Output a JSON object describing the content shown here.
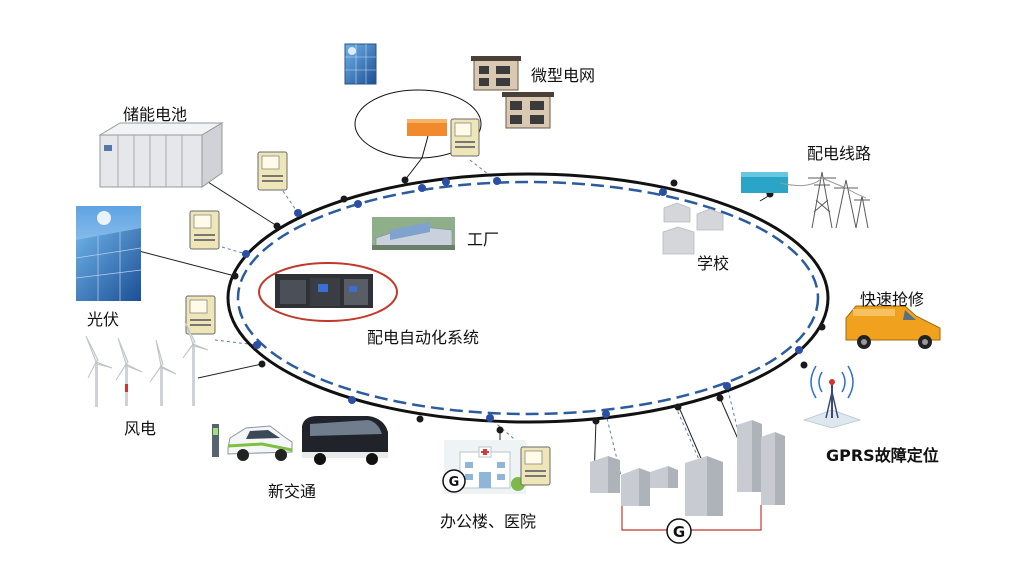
{
  "labels": {
    "microgrid": "微型电网",
    "battery": "储能电池",
    "line": "配电线路",
    "factory": "工厂",
    "school": "学校",
    "automation": "配电自动化系统",
    "pv": "光伏",
    "repair": "快速抢修",
    "wind": "风电",
    "gprs": "GPRS故障定位",
    "transport": "新交通",
    "office_hospital": "办公楼、医院"
  },
  "generator_symbol": "G",
  "colors": {
    "ring_outer": "#111111",
    "ring_inner": "#2b5c9e",
    "node_blue": "#2c4fa3",
    "node_black": "#1a1a1a",
    "highlight": "#c0392b",
    "controller": "#efe6b8",
    "battery_box": "#e5e7ea",
    "line_box": "#2aa5c8",
    "microgrid_box": "#f08a2c",
    "van": "#f0a21e",
    "building": "#c8ccd2"
  },
  "icons": [
    "solar-panel-icon",
    "house-icon",
    "controller-icon",
    "battery-cabinet-icon",
    "pylon-icon",
    "factory-icon",
    "switchgear-icon",
    "wind-turbine-icon",
    "ev-car-icon",
    "bus-icon",
    "hospital-icon",
    "van-icon",
    "antenna-icon",
    "generator-icon"
  ]
}
